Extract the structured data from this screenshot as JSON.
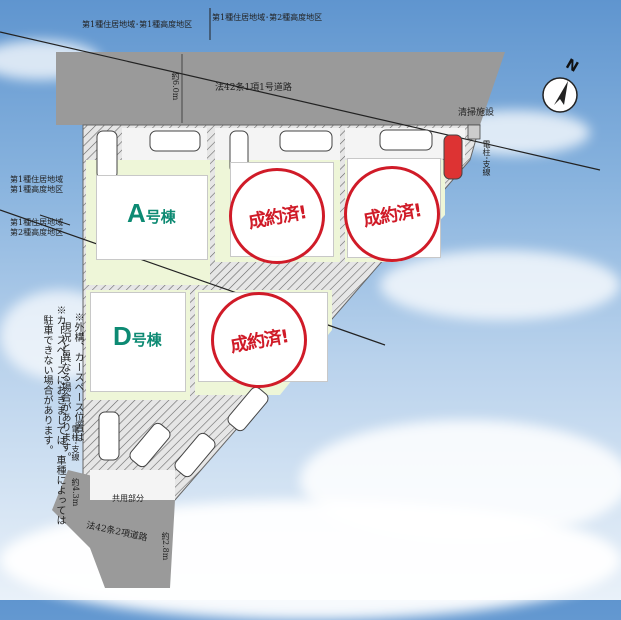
{
  "zoning": {
    "top": "第1種住居地域･第1種高度地区",
    "top_right": "第1種住居地域･第2種高度地区",
    "left_a": "第1種住居地域",
    "left_b": "第1種高度地区",
    "left_c": "第1種住居地域",
    "left_d": "第2種高度地区"
  },
  "roads": {
    "north_name": "法42条1項1号道路",
    "north_width": "約6.0m",
    "south_name": "法42条2項道路",
    "south_width_left": "約4.3m",
    "south_width_right": "約2.8m"
  },
  "site": {
    "cleaning_facility": "清掃施設",
    "pole_top": "電柱･支線",
    "pole_bottom": "電柱･支線",
    "shared_area": "共用部分"
  },
  "houses": {
    "a": {
      "letter": "A",
      "suffix": "号棟"
    },
    "d": {
      "letter": "D",
      "suffix": "号棟"
    }
  },
  "sold_label": "成約済!",
  "notes": {
    "note1": "※外構、カースペース位置は\n　現況と異なる場合があります。",
    "note2": "※カースペースにおきましては、車種によっては\n　駐車できない場合があります。"
  },
  "compass": {
    "label": "N"
  },
  "colors": {
    "accent_green": "#0d8a73",
    "sold_red": "#d01b28",
    "road_gray": "#9a9a9a"
  }
}
